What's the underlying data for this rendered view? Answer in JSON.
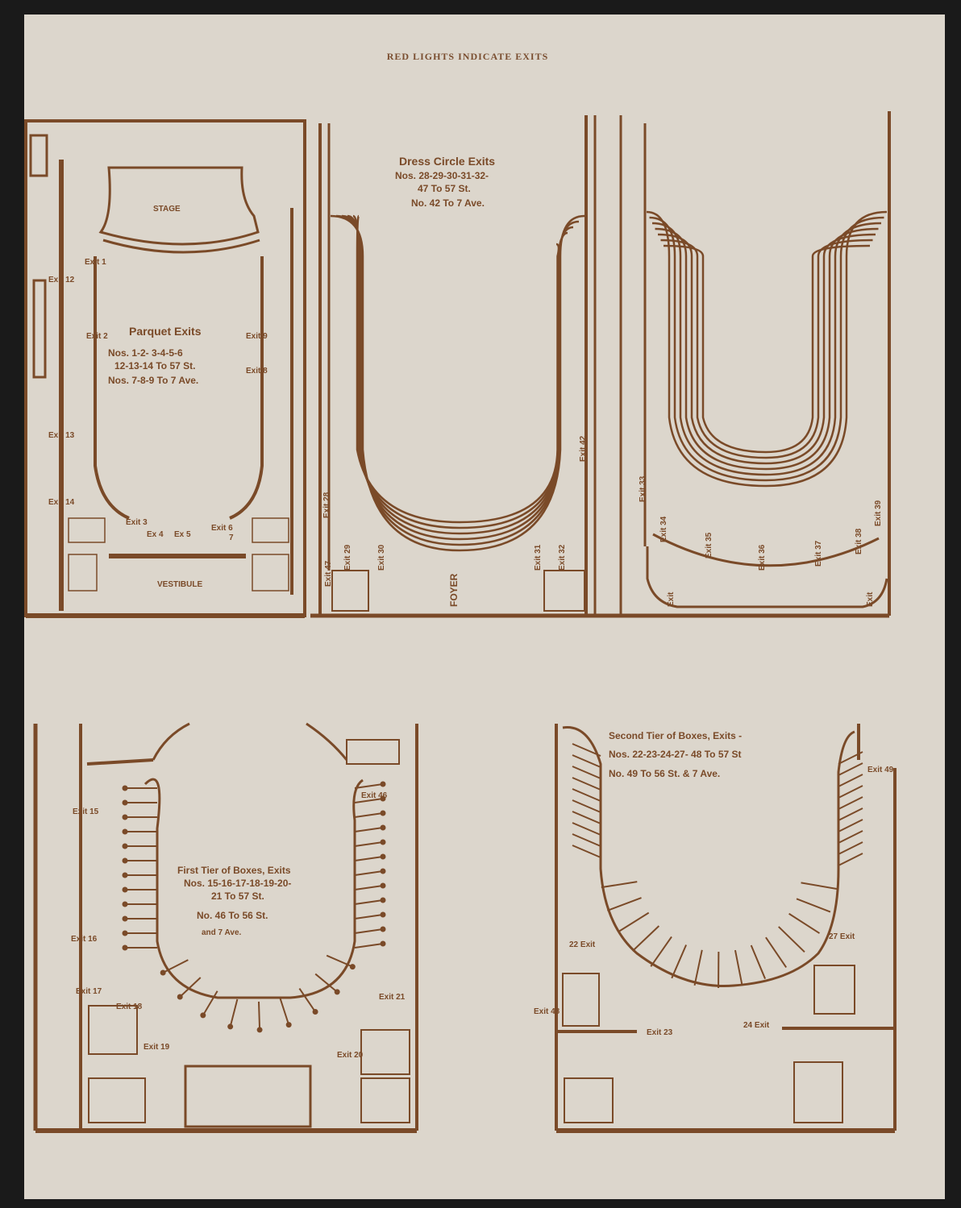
{
  "header": {
    "notice": "RED LIGHTS INDICATE EXITS"
  },
  "parquet": {
    "title": "Parquet Exits",
    "lines": [
      "Nos. 1-2- 3-4-5-6",
      "12-13-14 To 57 St.",
      "Nos. 7-8-9 To 7 Ave."
    ],
    "stage": "STAGE",
    "vestibule": "VESTIBULE",
    "exits": [
      "Exit 1",
      "Exit 2",
      "Exit 9",
      "Exit 8",
      "Exit 12",
      "Exit 13",
      "Exit 14",
      "Exit 3",
      "Ex 4",
      "Ex 5",
      "Exit 6",
      "7"
    ]
  },
  "dress_circle": {
    "title": "Dress Circle Exits",
    "lines": [
      "Nos. 28-29-30-31-32-",
      "47 To 57 St.",
      "No. 42 To 7 Ave."
    ],
    "foyer": "FOYER",
    "exits": [
      "Exit 28",
      "Exit 29",
      "Exit 30",
      "Exit 31",
      "Exit 32",
      "Exit 42",
      "Exit 47"
    ]
  },
  "balcony": {
    "exits": [
      "Exit 33",
      "Exit 34",
      "Exit 35",
      "Exit 36",
      "Exit 37",
      "Exit 38",
      "Exit 39",
      "Exit",
      "Exit"
    ]
  },
  "first_tier": {
    "title": "First Tier of Boxes, Exits",
    "lines": [
      "Nos. 15-16-17-18-19-20-",
      "21 To 57 St.",
      "No. 46 To 56 St.",
      "and 7 Ave."
    ],
    "exits": [
      "Exit 15",
      "Exit 16",
      "Exit 17",
      "Exit 18",
      "Exit 19",
      "Exit 20",
      "Exit 21",
      "Exit 46"
    ]
  },
  "second_tier": {
    "title": "Second Tier of Boxes, Exits -",
    "lines": [
      "Nos. 22-23-24-27- 48 To 57 St",
      "No. 49 To 56 St. & 7 Ave."
    ],
    "exits": [
      "22 Exit",
      "Exit 23",
      "24 Exit",
      "27 Exit",
      "Exit 48",
      "Exit 49"
    ]
  },
  "colors": {
    "paper": "#dcd6cc",
    "ink": "#7a4a28",
    "background": "#1a1a1a"
  }
}
